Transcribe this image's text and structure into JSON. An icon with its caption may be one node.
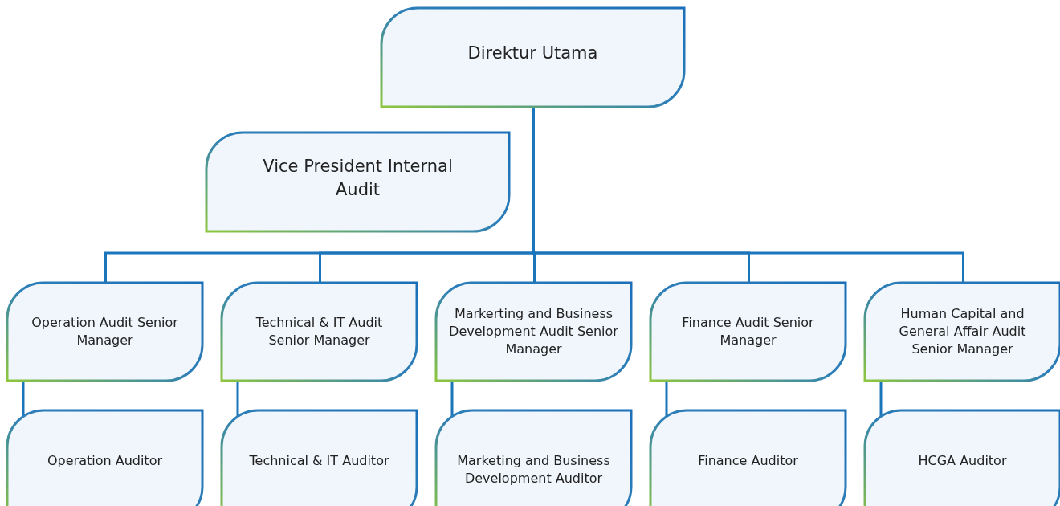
{
  "diagram": {
    "nodes": [
      {
        "text": [
          "Direktur Utama"
        ]
      },
      {
        "text": [
          "Vice President Internal Audit"
        ]
      },
      {
        "text": [
          "Operation Audit Senior Manager"
        ]
      },
      {
        "text": [
          "Technical & IT Audit Senior Manager"
        ]
      },
      {
        "text": [
          "Markerting and Business Development Audit Senior Manager"
        ]
      },
      {
        "text": [
          "Finance Audit Senior Manager"
        ]
      },
      {
        "text": [
          "Human Capital and General Affair Audit Senior Manager"
        ]
      },
      {
        "text": [
          "Operation Auditor"
        ]
      },
      {
        "text": [
          "Technical & IT Auditor"
        ]
      },
      {
        "text": [
          "Marketing and Business Development Auditor"
        ]
      },
      {
        "text": [
          "Finance Auditor"
        ]
      },
      {
        "text": [
          "HCGA Auditor"
        ]
      }
    ],
    "edges": [
      {
        "from": 0,
        "to": 2,
        "arrow": "none"
      },
      {
        "from": 0,
        "to": 3,
        "arrow": "none"
      },
      {
        "from": 0,
        "to": 4,
        "arrow": "none"
      },
      {
        "from": 0,
        "to": 5,
        "arrow": "none"
      },
      {
        "from": 0,
        "to": 6,
        "arrow": "none"
      },
      {
        "from": 2,
        "to": 7,
        "arrow": "none"
      },
      {
        "from": 3,
        "to": 8,
        "arrow": "none"
      },
      {
        "from": 4,
        "to": 9,
        "arrow": "none"
      },
      {
        "from": 5,
        "to": 10,
        "arrow": "none"
      },
      {
        "from": 6,
        "to": 11,
        "arrow": "none"
      }
    ]
  }
}
